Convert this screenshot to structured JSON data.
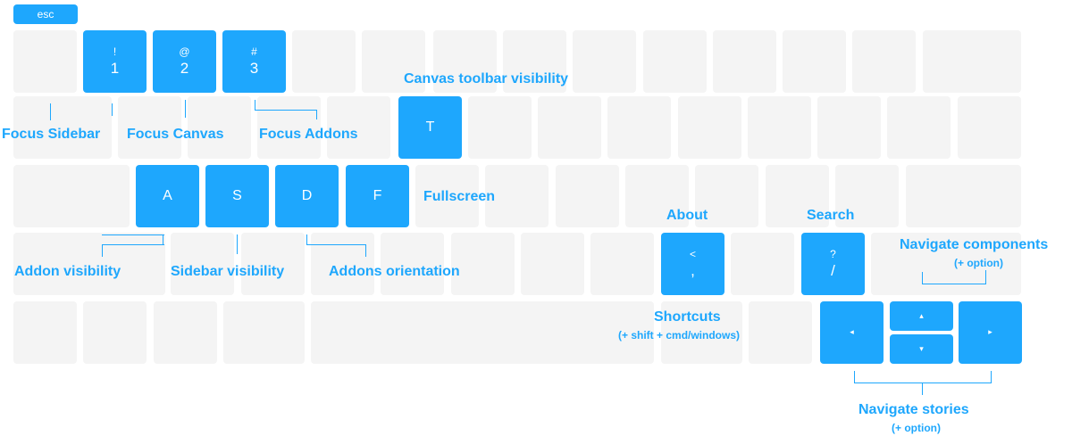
{
  "keys": {
    "esc": "esc",
    "one": {
      "top": "!",
      "bottom": "1"
    },
    "two": {
      "top": "@",
      "bottom": "2"
    },
    "three": {
      "top": "#",
      "bottom": "3"
    },
    "t": "T",
    "a": "A",
    "s": "S",
    "d": "D",
    "f": "F",
    "comma": {
      "top": "<",
      "bottom": ","
    },
    "slash": {
      "top": "?",
      "bottom": "/"
    },
    "arrow_left": "◂",
    "arrow_up": "▴",
    "arrow_down": "▾",
    "arrow_right": "▸"
  },
  "labels": {
    "canvas_toolbar": "Canvas toolbar visibility",
    "focus_sidebar": "Focus Sidebar",
    "focus_canvas": "Focus Canvas",
    "focus_addons": "Focus Addons",
    "fullscreen": "Fullscreen",
    "about": "About",
    "search": "Search",
    "navigate_components": "Navigate components",
    "navigate_components_sub": "(+ option)",
    "addon_visibility": "Addon visibility",
    "sidebar_visibility": "Sidebar visibility",
    "addons_orientation": "Addons orientation",
    "shortcuts": "Shortcuts",
    "shortcuts_sub": "(+ shift + cmd/windows)",
    "navigate_stories": "Navigate stories",
    "navigate_stories_sub": "(+ option)"
  },
  "colors": {
    "accent": "#1ea7fd",
    "key_bg": "#f4f4f4",
    "key_text": "#ffffff"
  }
}
